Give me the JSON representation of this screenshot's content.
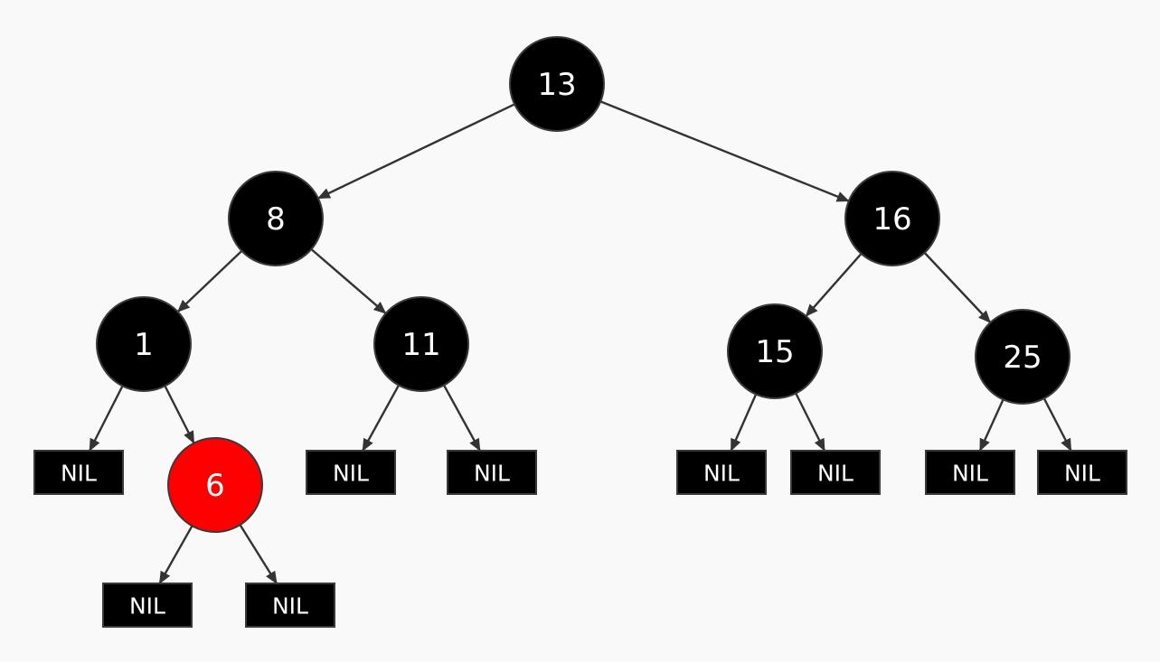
{
  "colors": {
    "background": "#f9f9f9",
    "black_node": "#000000",
    "red_node": "#ff0000",
    "edge": "#333333",
    "text": "#ffffff"
  },
  "tree": {
    "nodes": [
      {
        "id": "n13",
        "label": "13",
        "color": "black"
      },
      {
        "id": "n8",
        "label": "8",
        "color": "black"
      },
      {
        "id": "n16",
        "label": "16",
        "color": "black"
      },
      {
        "id": "n1",
        "label": "1",
        "color": "black"
      },
      {
        "id": "n11",
        "label": "11",
        "color": "black"
      },
      {
        "id": "n15",
        "label": "15",
        "color": "black"
      },
      {
        "id": "n25",
        "label": "25",
        "color": "black"
      },
      {
        "id": "n6",
        "label": "6",
        "color": "red"
      }
    ],
    "nil_label": "NIL",
    "nils": [
      {
        "id": "nil1",
        "parent": "n1"
      },
      {
        "id": "nil2",
        "parent": "n6"
      },
      {
        "id": "nil3",
        "parent": "n6"
      },
      {
        "id": "nil4",
        "parent": "n11"
      },
      {
        "id": "nil5",
        "parent": "n11"
      },
      {
        "id": "nil6",
        "parent": "n15"
      },
      {
        "id": "nil7",
        "parent": "n15"
      },
      {
        "id": "nil8",
        "parent": "n25"
      },
      {
        "id": "nil9",
        "parent": "n25"
      }
    ],
    "edges": [
      [
        "n13",
        "n8"
      ],
      [
        "n13",
        "n16"
      ],
      [
        "n8",
        "n1"
      ],
      [
        "n8",
        "n11"
      ],
      [
        "n16",
        "n15"
      ],
      [
        "n16",
        "n25"
      ],
      [
        "n1",
        "nil1"
      ],
      [
        "n1",
        "n6"
      ],
      [
        "n6",
        "nil2"
      ],
      [
        "n6",
        "nil3"
      ],
      [
        "n11",
        "nil4"
      ],
      [
        "n11",
        "nil5"
      ],
      [
        "n15",
        "nil6"
      ],
      [
        "n15",
        "nil7"
      ],
      [
        "n25",
        "nil8"
      ],
      [
        "n25",
        "nil9"
      ]
    ]
  }
}
